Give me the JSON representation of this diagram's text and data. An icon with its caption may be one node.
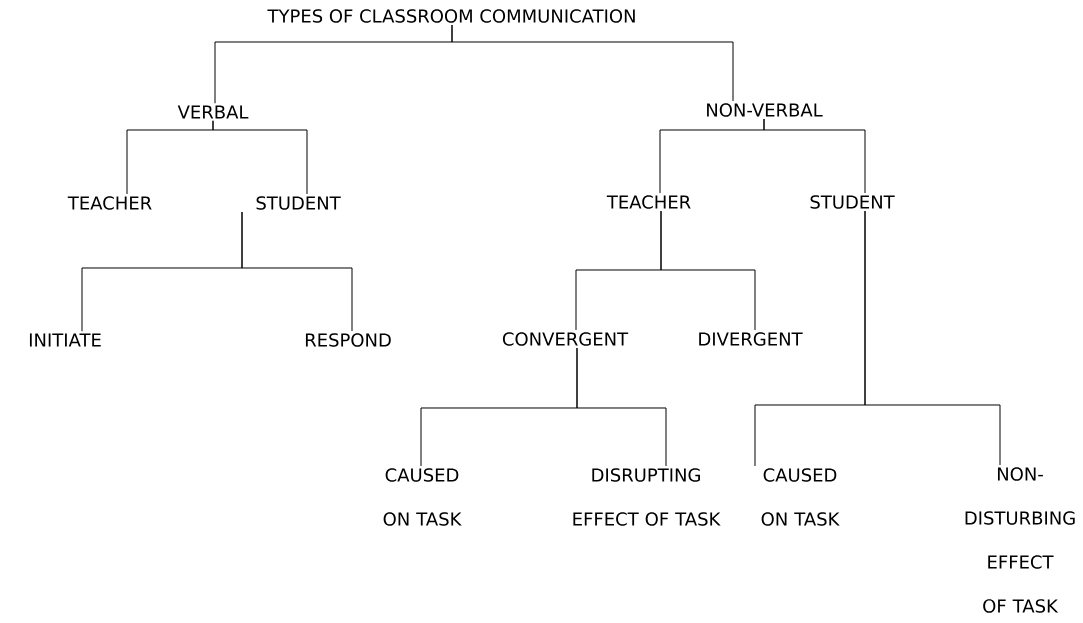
{
  "diagram": {
    "nodes": [
      {
        "text": [
          "TYPES OF CLASSROOM COMMUNICATION"
        ]
      },
      {
        "text": [
          "VERBAL"
        ]
      },
      {
        "text": [
          "NON-VERBAL"
        ]
      },
      {
        "text": [
          "TEACHER"
        ]
      },
      {
        "text": [
          "STUDENT"
        ]
      },
      {
        "text": [
          "TEACHER"
        ]
      },
      {
        "text": [
          "STUDENT"
        ]
      },
      {
        "text": [
          "INITIATE"
        ]
      },
      {
        "text": [
          "RESPOND"
        ]
      },
      {
        "text": [
          "CONVERGENT"
        ]
      },
      {
        "text": [
          "DIVERGENT"
        ]
      },
      {
        "text": [
          "CAUSED ON TASK"
        ]
      },
      {
        "text": [
          "DISRUPTING EFFECT OF TASK"
        ]
      },
      {
        "text": [
          "CAUSED ON TASK"
        ]
      },
      {
        "text": [
          "NON-DISTURBING EFFECT OF TASK"
        ]
      }
    ],
    "edges": [
      {
        "from": 0,
        "to": 1,
        "arrow": "none"
      },
      {
        "from": 0,
        "to": 2,
        "arrow": "none"
      },
      {
        "from": 1,
        "to": 3,
        "arrow": "none"
      },
      {
        "from": 1,
        "to": 4,
        "arrow": "none"
      },
      {
        "from": 4,
        "to": 7,
        "arrow": "none"
      },
      {
        "from": 4,
        "to": 8,
        "arrow": "none"
      },
      {
        "from": 2,
        "to": 5,
        "arrow": "none"
      },
      {
        "from": 2,
        "to": 6,
        "arrow": "none"
      },
      {
        "from": 5,
        "to": 9,
        "arrow": "none"
      },
      {
        "from": 5,
        "to": 10,
        "arrow": "none"
      },
      {
        "from": 9,
        "to": 11,
        "arrow": "none"
      },
      {
        "from": 9,
        "to": 12,
        "arrow": "none"
      },
      {
        "from": 6,
        "to": 13,
        "arrow": "none"
      },
      {
        "from": 6,
        "to": 14,
        "arrow": "none"
      }
    ]
  }
}
